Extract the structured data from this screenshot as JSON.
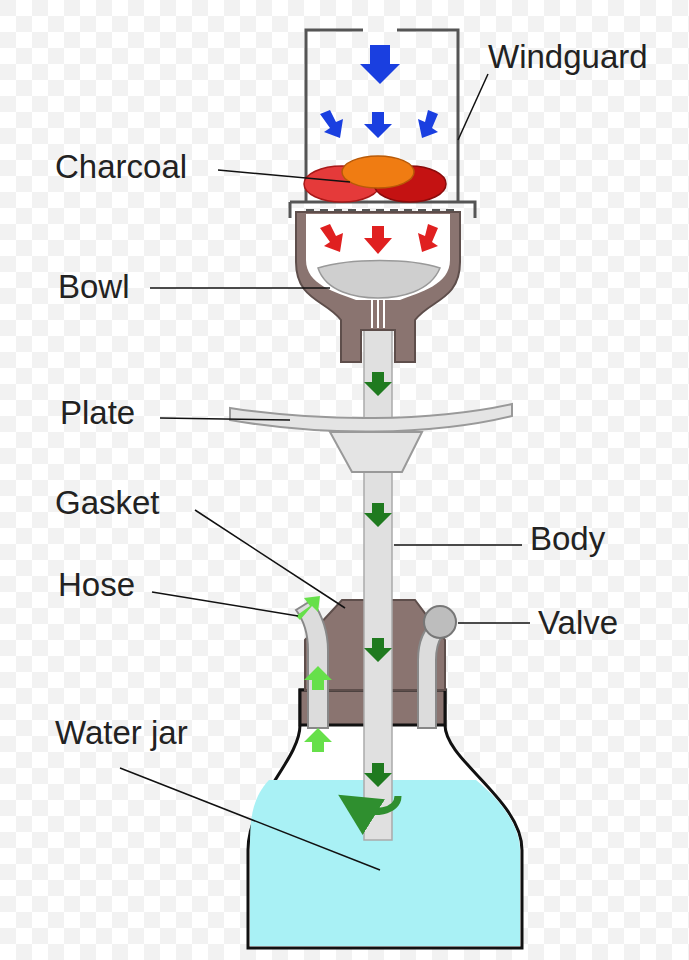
{
  "diagram": {
    "labels": [
      "Windguard",
      "Charcoal",
      "Bowl",
      "Plate",
      "Gasket",
      "Body",
      "Hose",
      "Valve",
      "Water jar"
    ]
  }
}
